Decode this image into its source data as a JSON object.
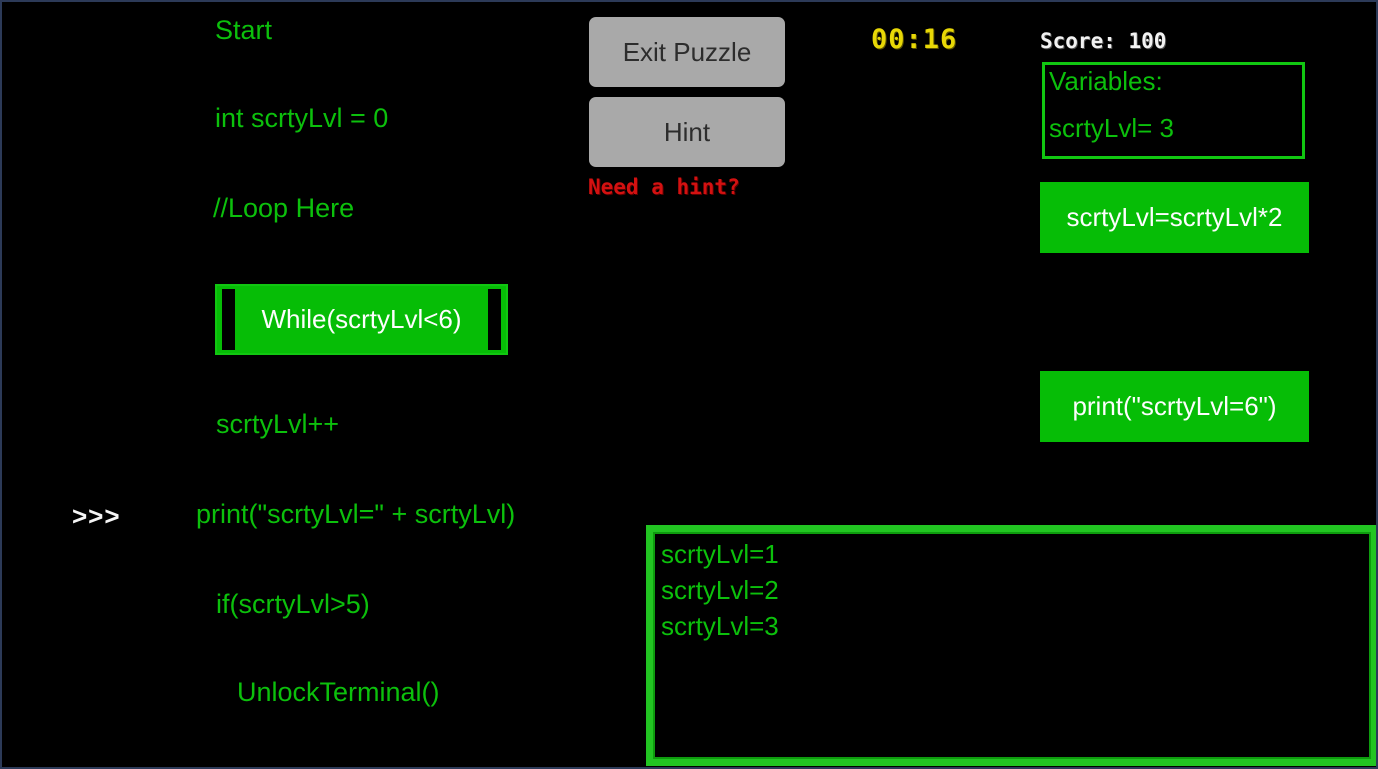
{
  "colors": {
    "background": "#000000",
    "frame_border": "#2c3a58",
    "code_green": "#0cc00c",
    "block_green_fill": "#06bd06",
    "panel_border_green": "#11c711",
    "terminal_border_green": "#22c522",
    "button_gray": "#a9a9a9",
    "button_text_dark": "#2d2d2d",
    "timer_yellow": "#e8d806",
    "hint_red": "#d31111",
    "white_text": "#fdfdfd"
  },
  "code": {
    "prompt": ">>>",
    "lines": [
      {
        "text": "Start"
      },
      {
        "text": "int scrtyLvl = 0"
      },
      {
        "text": "//Loop Here"
      },
      {
        "text": "scrtyLvl++"
      },
      {
        "text": "print(\"scrtyLvl=\" + scrtyLvl)"
      },
      {
        "text": "if(scrtyLvl>5)"
      },
      {
        "text": "UnlockTerminal()"
      }
    ]
  },
  "while_block": {
    "label": "While(scrtyLvl<6)"
  },
  "toolbar": {
    "exit_label": "Exit Puzzle",
    "hint_label": "Hint",
    "hint_prompt": "Need a hint?"
  },
  "hud": {
    "timer": "00:16",
    "score": "Score: 100"
  },
  "variables_panel": {
    "title": "Variables:",
    "entries": [
      {
        "text": "scrtyLvl= 3"
      }
    ]
  },
  "command_buttons": [
    {
      "label": "scrtyLvl=scrtyLvl*2"
    },
    {
      "label": "print(\"scrtyLvl=6\")"
    }
  ],
  "terminal": {
    "lines": [
      {
        "text": "scrtyLvl=1"
      },
      {
        "text": "scrtyLvl=2"
      },
      {
        "text": "scrtyLvl=3"
      }
    ]
  }
}
